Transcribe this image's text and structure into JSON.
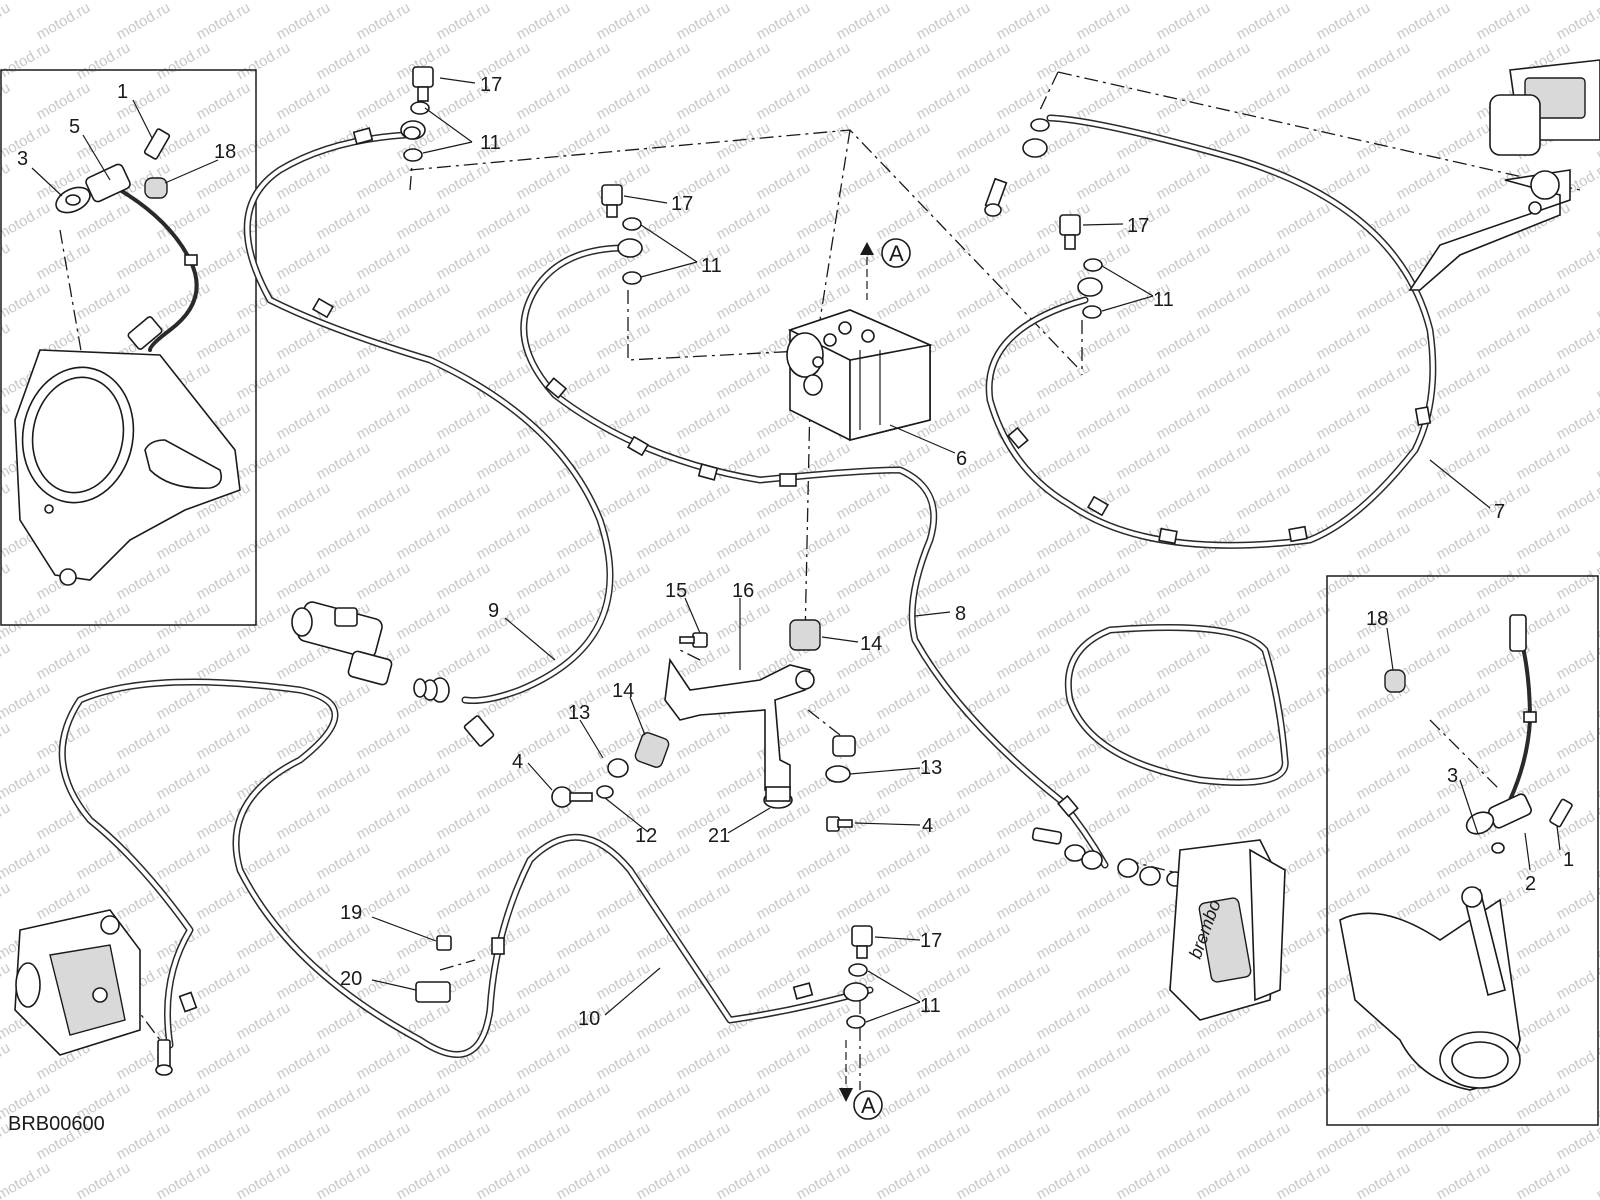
{
  "diagram": {
    "code": "BRB00600",
    "watermark": "motod.ru",
    "reference_marker": "A",
    "callouts": [
      {
        "id": "c1",
        "label": "1"
      },
      {
        "id": "c5",
        "label": "5"
      },
      {
        "id": "c3",
        "label": "3"
      },
      {
        "id": "c18a",
        "label": "18"
      },
      {
        "id": "c17a",
        "label": "17"
      },
      {
        "id": "c11a",
        "label": "11"
      },
      {
        "id": "c17b",
        "label": "17"
      },
      {
        "id": "c11b",
        "label": "11"
      },
      {
        "id": "c17c",
        "label": "17"
      },
      {
        "id": "c11c",
        "label": "11"
      },
      {
        "id": "c6",
        "label": "6"
      },
      {
        "id": "c7",
        "label": "7"
      },
      {
        "id": "c9",
        "label": "9"
      },
      {
        "id": "c8",
        "label": "8"
      },
      {
        "id": "c15",
        "label": "15"
      },
      {
        "id": "c16",
        "label": "16"
      },
      {
        "id": "c14a",
        "label": "14"
      },
      {
        "id": "c14b",
        "label": "14"
      },
      {
        "id": "c13a",
        "label": "13"
      },
      {
        "id": "c4a",
        "label": "4"
      },
      {
        "id": "c12",
        "label": "12"
      },
      {
        "id": "c21",
        "label": "21"
      },
      {
        "id": "c13b",
        "label": "13"
      },
      {
        "id": "c4b",
        "label": "4"
      },
      {
        "id": "c19",
        "label": "19"
      },
      {
        "id": "c20",
        "label": "20"
      },
      {
        "id": "c10",
        "label": "10"
      },
      {
        "id": "c17d",
        "label": "17"
      },
      {
        "id": "c11d",
        "label": "11"
      },
      {
        "id": "c18b",
        "label": "18"
      },
      {
        "id": "c3b",
        "label": "3"
      },
      {
        "id": "c1b",
        "label": "1"
      },
      {
        "id": "c2",
        "label": "2"
      }
    ]
  }
}
